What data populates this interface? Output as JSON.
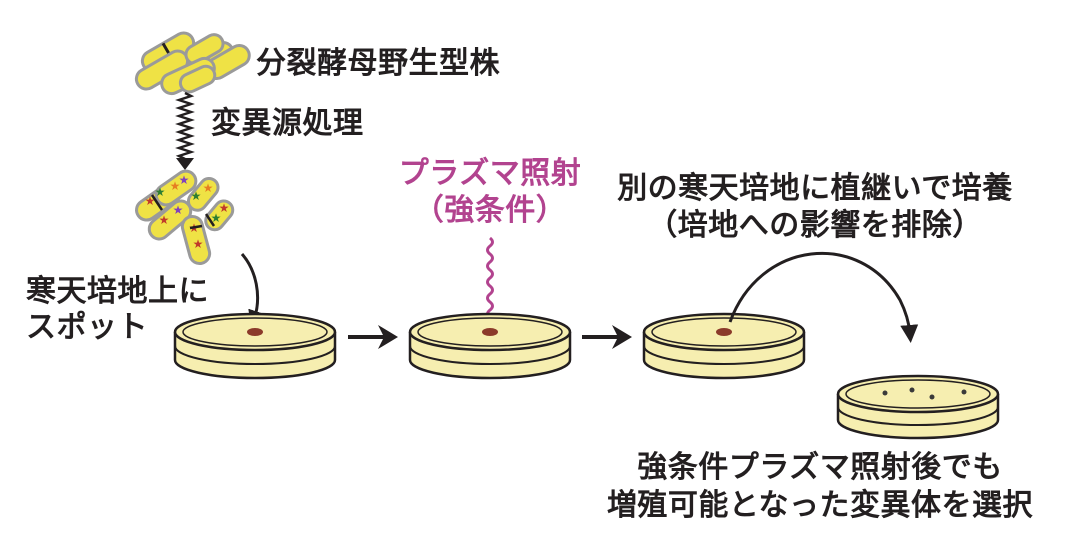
{
  "labels": {
    "wild_type": "分裂酵母野生型株",
    "mutagen": "変異源処理",
    "spot_line1": "寒天培地上に",
    "spot_line2": "スポット",
    "plasma_line1": "プラズマ照射",
    "plasma_line2": "（強条件）",
    "transfer_line1": "別の寒天培地に植継いで培養",
    "transfer_line2": "（培地への影響を排除）",
    "select_line1": "強条件プラズマ照射後でも",
    "select_line2": "増殖可能となった変異体を選択"
  },
  "colors": {
    "cell_fill": "#efe245",
    "cell_stroke": "#9a9a9a",
    "agar_fill": "#f6eeb0",
    "dish_stroke": "#231f20",
    "spot": "#8b3a2a",
    "plasma": "#b2438f",
    "arrow": "#231f20"
  }
}
